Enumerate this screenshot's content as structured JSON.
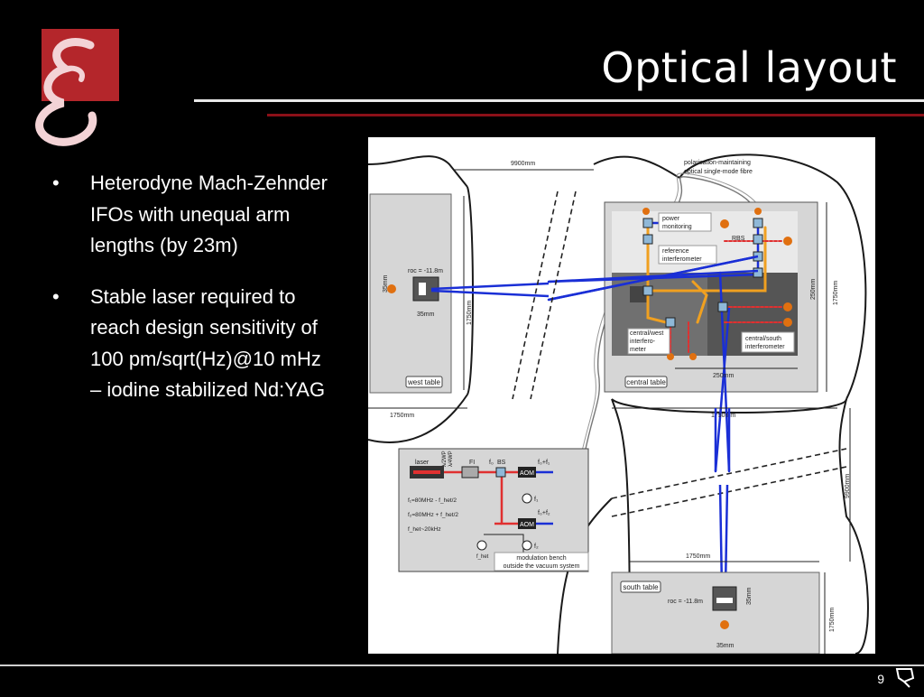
{
  "slide": {
    "title": "Optical layout",
    "page_number": "9"
  },
  "bullets": [
    "Heterodyne Mach-Zehnder IFOs with unequal arm lengths (by 23m)",
    "Stable laser required to reach design sensitivity of 100 pm/sqrt(Hz)@10 mHz – iodine stabilized Nd:YAG"
  ],
  "figure": {
    "dim_9900_top": "9900mm",
    "dim_9900_side": "9900mm",
    "fibre_label_1": "polarisation-maintaining",
    "fibre_label_2": "optical single-mode fibre",
    "power_monitoring_1": "power",
    "power_monitoring_2": "monitoring",
    "rbs": "RBS",
    "reference_ifo_1": "reference",
    "reference_ifo_2": "interferometer",
    "central_west_1": "central/west",
    "central_west_2": "interfero-",
    "central_west_3": "meter",
    "central_south_1": "central/south",
    "central_south_2": "interferometer",
    "central_table": "central table",
    "west_table": "west table",
    "south_table": "south table",
    "roc_west": "roc = -11.8m",
    "roc_south": "roc = -11.8m",
    "dim_35mm_a": "35mm",
    "dim_35mm_b": "35mm",
    "dim_35mm_c": "35mm",
    "dim_35mm_d": "35mm",
    "dim_1750_west_v": "1750mm",
    "dim_1750_west_h": "1750mm",
    "dim_1750_central_h": "1750mm",
    "dim_1750_central_v": "1750mm",
    "dim_1750_south_h": "1750mm",
    "dim_1750_south_v": "1750mm",
    "dim_250_v": "250mm",
    "dim_250_h": "250mm",
    "bench": {
      "laser": "laser",
      "lambda2": "λ/2WP",
      "lambda4": "λ/4WP",
      "fi": "FI",
      "f0": "f₀",
      "bs": "BS",
      "f0f1": "f₀+f₁",
      "aom1": "AOM",
      "aom2": "AOM",
      "f1": "f₁",
      "f0f2": "f₀+f₂",
      "f2": "f₂",
      "fhet": "f_het",
      "eq1": "f₁=80MHz - f_het/2",
      "eq2": "f₂=80MHz + f_het/2",
      "eq3": "f_het~20kHz",
      "caption1": "modulation bench",
      "caption2": "outside the vacuum system"
    }
  },
  "colors": {
    "accent_red": "#8b1018",
    "beam_blue": "#1a2fd6",
    "beam_orange": "#f0a020",
    "beam_red": "#e02020"
  }
}
